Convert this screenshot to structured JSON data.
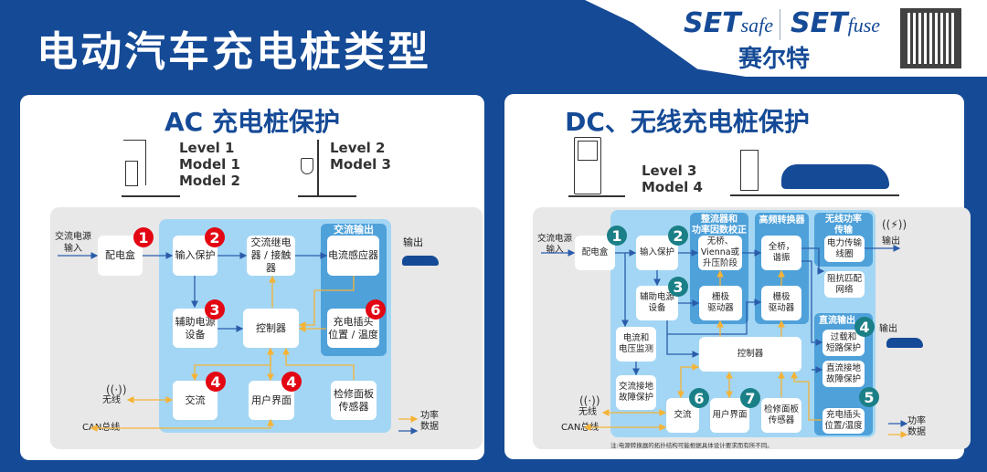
{
  "header": {
    "title": "电动汽车充电桩类型",
    "logo_left": "SET",
    "logo_left_sub": "safe",
    "logo_right": "SET",
    "logo_right_sub": "fuse",
    "brand_cn": "赛尔特"
  },
  "colors": {
    "brand": "#154a96",
    "badge_red": "#e30613",
    "badge_teal": "#1a7f86",
    "power": "#2a5caa",
    "data": "#f5b335"
  },
  "ac": {
    "title": "AC 充电桩保护",
    "level_a": "Level 1\nModel 1\nModel 2",
    "level_b": "Level 2\nModel 3",
    "input": "交流电源\n输入",
    "output": "输出",
    "wireless": "无线",
    "can": "CAN总线",
    "ac_output_region": "交流输出",
    "boxes": {
      "distribution": "配电盒",
      "input_protection": "输入保护",
      "relay": "交流继电\n器 / 接触器",
      "current_sensor": "电流感应器",
      "aux_power": "辅助电源\n设备",
      "controller": "控制器",
      "plug": "充电插头\n位置 / 温度",
      "comm": "交流",
      "ui": "用户界面",
      "service": "检修面板\n传感器"
    },
    "badges": [
      "1",
      "2",
      "3",
      "6",
      "4",
      "4"
    ],
    "legend": {
      "power": "功率",
      "data": "数据"
    }
  },
  "dc": {
    "title": "DC、无线充电桩保护",
    "level": "Level 3\nModel 4",
    "input": "交流电源\n输入",
    "output_wireless": "输出",
    "output_dc": "输出",
    "wireless": "无线",
    "can": "CAN总线",
    "regions": {
      "pfc": "整流器和\n功率因数校正",
      "hf": "高频转换器",
      "wpt": "无线功率\n传输",
      "dcout": "直流输出"
    },
    "boxes": {
      "distribution": "配电盒",
      "input_protection": "输入保护",
      "vienna": "无桥、\nVienna或\n升压阶段",
      "fullbridge": "全桥，\n谐振",
      "coil": "电力传输\n线圈",
      "impedance": "阻抗匹配\n网络",
      "aux_power": "辅助电源\n设备",
      "gate1": "栅极\n驱动器",
      "gate2": "栅极\n驱动器",
      "monitor": "电流和\n电压监测",
      "ac_gfp": "交流接地\n故障保护",
      "controller": "控制器",
      "overload": "过载和\n短路保护",
      "dc_gfp": "直流接地\n故障保护",
      "plug": "充电插头\n位置/温度",
      "comm": "交流",
      "ui": "用户界面",
      "service": "检修面板\n传感器"
    },
    "badges": [
      "1",
      "2",
      "3",
      "4",
      "5",
      "6",
      "7"
    ],
    "legend": {
      "power": "功率",
      "data": "数据"
    },
    "note": "注:电源转换器的拓扑结构可能根据具体设计要求而有所不同。"
  }
}
